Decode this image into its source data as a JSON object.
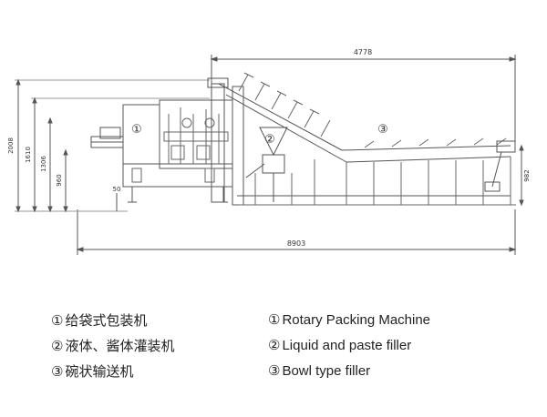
{
  "dimensions": {
    "top_length": "4778",
    "total_length": "8903",
    "height_overall": "2008",
    "height_1610": "1610",
    "height_1306": "1306",
    "height_960": "960",
    "height_50": "50",
    "height_conveyor_end": "982"
  },
  "callouts": [
    "①",
    "②",
    "③"
  ],
  "legend_cn": [
    {
      "num": "①",
      "label": "给袋式包装机"
    },
    {
      "num": "②",
      "label": "液体、酱体灌装机"
    },
    {
      "num": "③",
      "label": "碗状输送机"
    }
  ],
  "legend_en": [
    {
      "num": "①",
      "label": "Rotary Packing Machine"
    },
    {
      "num": "②",
      "label": "Liquid and paste filler"
    },
    {
      "num": "③",
      "label": "Bowl type filler"
    }
  ]
}
